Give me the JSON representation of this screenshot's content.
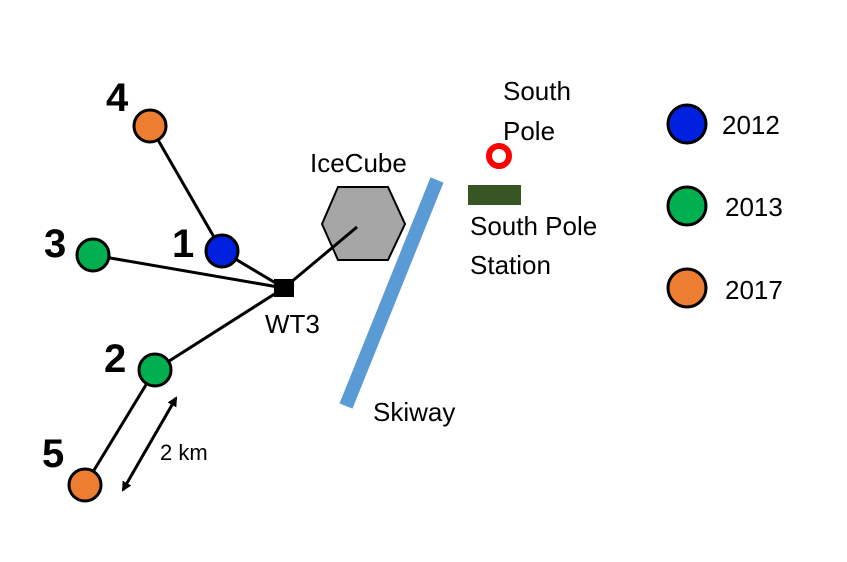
{
  "stations": [
    {
      "id": "1",
      "label": "1",
      "year": "2012"
    },
    {
      "id": "2",
      "label": "2",
      "year": "2013"
    },
    {
      "id": "3",
      "label": "3",
      "year": "2013"
    },
    {
      "id": "4",
      "label": "4",
      "year": "2017"
    },
    {
      "id": "5",
      "label": "5",
      "year": "2017"
    }
  ],
  "hub": {
    "label": "WT3"
  },
  "icecube": {
    "label": "IceCube",
    "color": "#a6a6a6"
  },
  "skiway": {
    "label": "Skiway",
    "color": "#5b9bd5"
  },
  "south_pole": {
    "line1": "South",
    "line2": "Pole",
    "color": "#ff0000"
  },
  "station": {
    "line1": "South Pole",
    "line2": "Station",
    "color": "#375623"
  },
  "scale": {
    "label": "2 km"
  },
  "legend": [
    {
      "year": "2012",
      "color": "#0020e0"
    },
    {
      "year": "2013",
      "color": "#00b050"
    },
    {
      "year": "2017",
      "color": "#ed7d31"
    }
  ]
}
